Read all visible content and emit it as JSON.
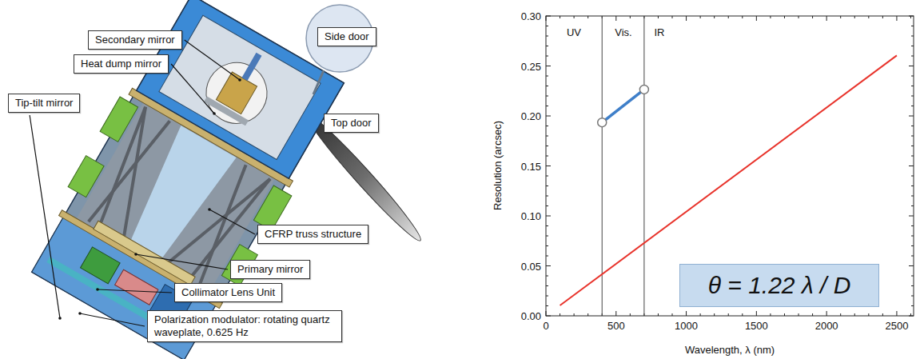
{
  "diagram": {
    "nodes": [
      {
        "text": [
          "Secondary mirror"
        ]
      },
      {
        "text": [
          "Side door"
        ]
      },
      {
        "text": [
          "Heat dump mirror"
        ]
      },
      {
        "text": [
          "Tip-tilt mirror"
        ]
      },
      {
        "text": [
          "Top door"
        ]
      },
      {
        "text": [
          "CFRP truss structure"
        ]
      },
      {
        "text": [
          "Primary mirror"
        ]
      },
      {
        "text": [
          "Collimator Lens Unit"
        ]
      },
      {
        "text": [
          "Polarization modulator: rotating quartz waveplate, 0.625 Hz"
        ]
      },
      {
        "text": [
          "θ = 1.22 λ / D"
        ]
      }
    ],
    "labels": [
      "0.30",
      "0.25",
      "0.20",
      "0.15",
      "0.10",
      "0.05",
      "0.00",
      "0",
      "500",
      "1000",
      "1500",
      "2000",
      "2500",
      "UV",
      "Vis.",
      "IR",
      "Resolution (arcsec)",
      "Wavelength, λ (nm)"
    ]
  }
}
